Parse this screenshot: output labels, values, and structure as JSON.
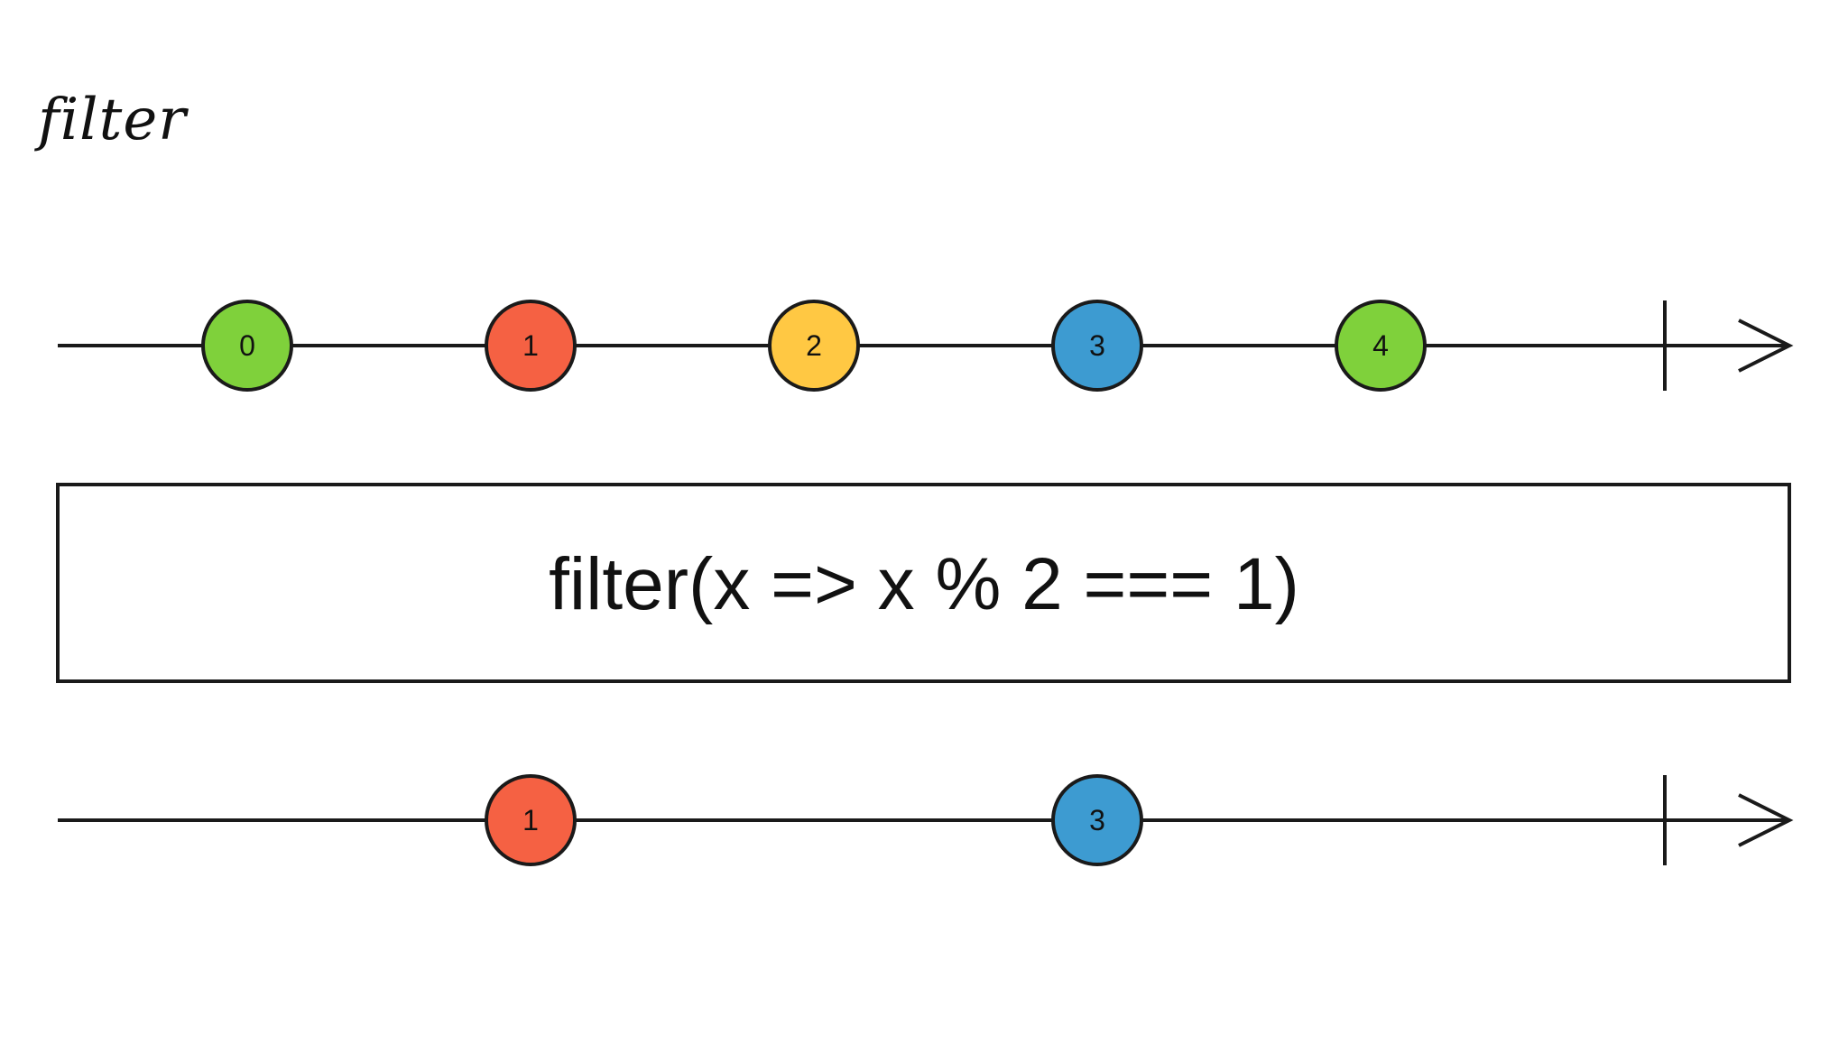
{
  "title": "filter",
  "operator": "filter(x => x % 2 === 1)",
  "colors": {
    "line": "#1a1a1a",
    "green": "#7fd13b",
    "red": "#f56143",
    "yellow": "#ffc843",
    "blue": "#3d9bd1"
  },
  "input": {
    "marbles": [
      {
        "label": "0",
        "color": "green"
      },
      {
        "label": "1",
        "color": "red"
      },
      {
        "label": "2",
        "color": "yellow"
      },
      {
        "label": "3",
        "color": "blue"
      },
      {
        "label": "4",
        "color": "green"
      }
    ]
  },
  "output": {
    "marbles": [
      {
        "label": "1",
        "color": "red"
      },
      {
        "label": "3",
        "color": "blue"
      }
    ]
  }
}
